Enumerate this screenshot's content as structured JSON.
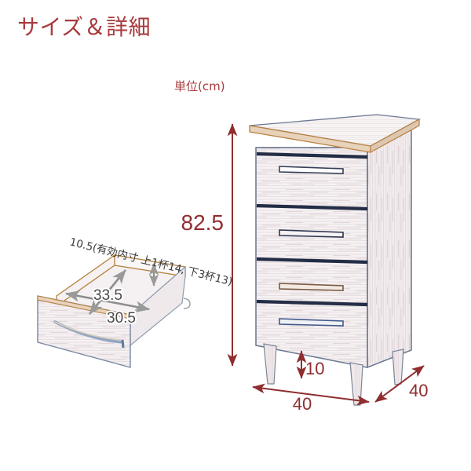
{
  "page": {
    "title": "サイズ＆詳細",
    "title_color": "#a83a3c",
    "background_color": "#ffffff",
    "unit_label": "単位(cm)"
  },
  "product": {
    "type": "4-drawer chest",
    "drawer_count": 4,
    "finish_color": "#f3eef0",
    "outline_color": "#6b7a93",
    "top_edge_color": "#c28a55",
    "handle_color": "#2b3550",
    "leg_color": "#e8e2e2"
  },
  "dimensions": {
    "height": "82.5",
    "width": "40",
    "depth": "40",
    "leg_height": "10",
    "dimension_line_color": "#8f2d2f"
  },
  "drawer_detail": {
    "note": "10.5(有効内寸 上1杯14, 下3杯13)",
    "inner_width": "33.5",
    "inner_depth": "30.5",
    "note_color": "#3a3a3a",
    "inner_dim_color": "#4a4a4a"
  }
}
